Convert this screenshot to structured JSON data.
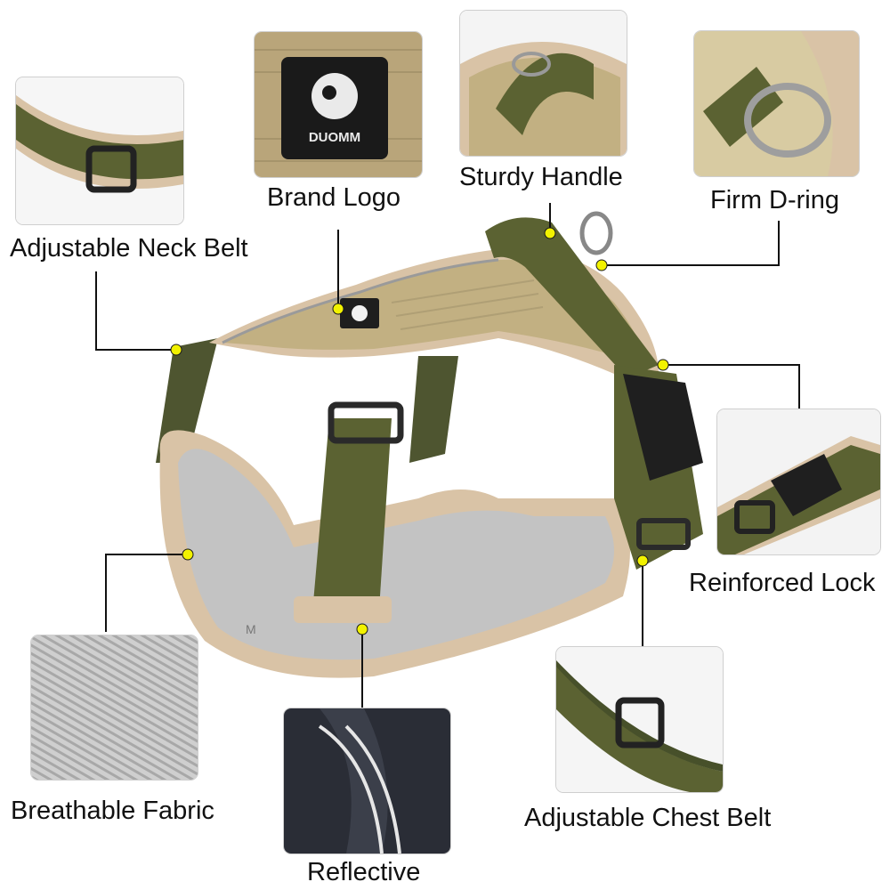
{
  "product": {
    "brand_logo_text": "DUOMM",
    "size_tag": "M"
  },
  "callouts": {
    "neck_belt": "Adjustable Neck Belt",
    "brand_logo": "Brand Logo",
    "handle": "Sturdy Handle",
    "d_ring": "Firm D-ring",
    "lock": "Reinforced Lock",
    "chest_belt": "Adjustable Chest Belt",
    "fabric": "Breathable Fabric",
    "reflective": "Reflective"
  },
  "colors": {
    "olive": "#5b6232",
    "khaki": "#c6b48a",
    "beige_trim": "#dcc5a8",
    "mesh_gray": "#bfbfbf",
    "callout_dot": "#f2f200"
  }
}
